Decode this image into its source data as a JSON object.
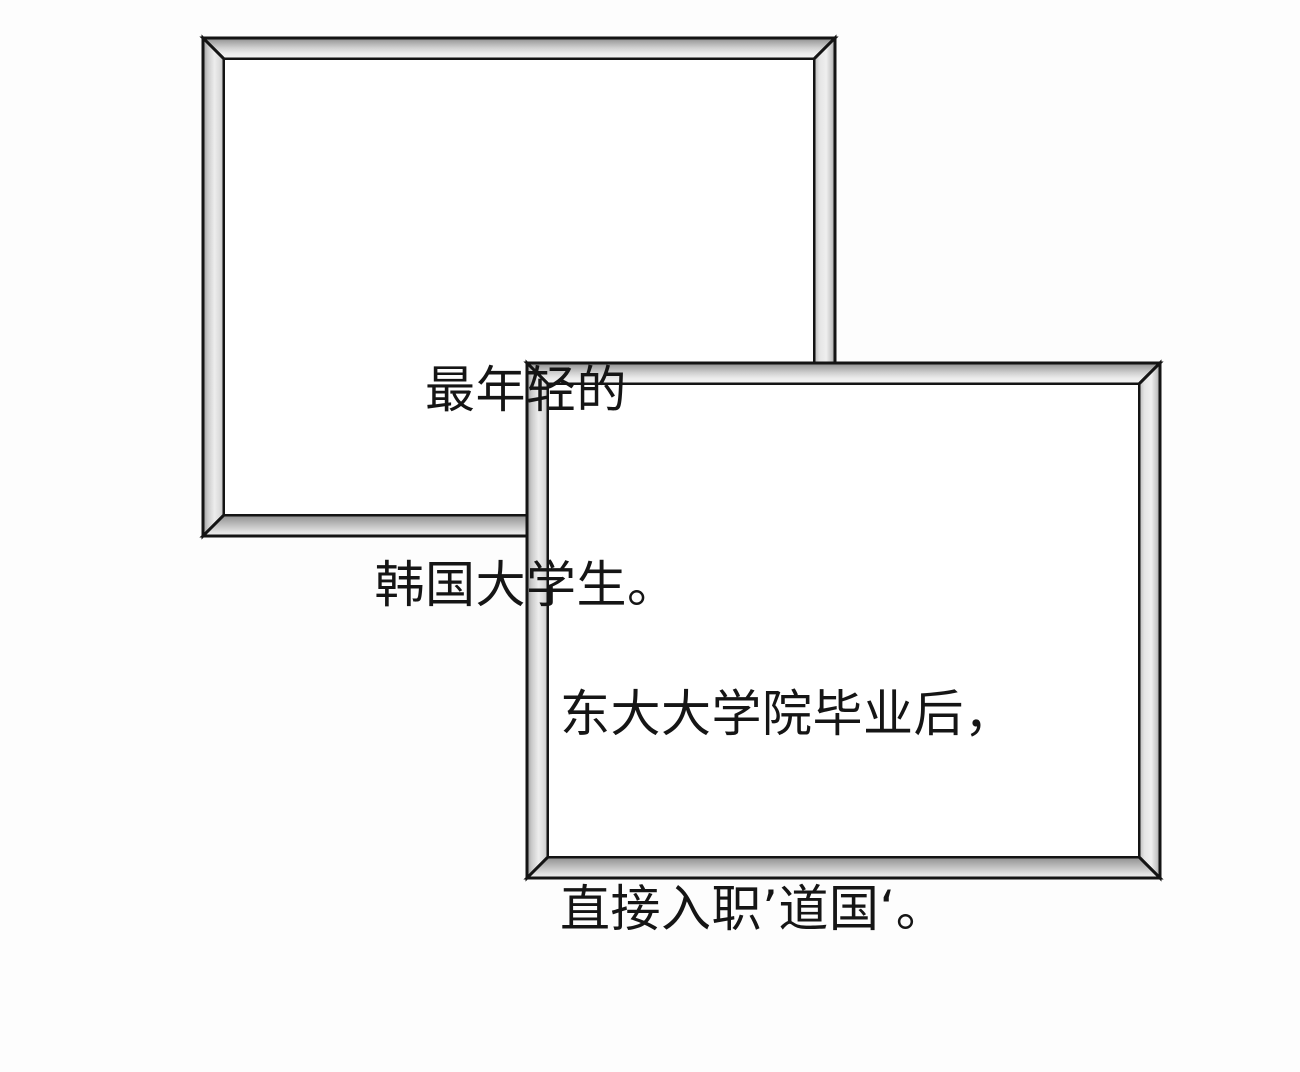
{
  "scene": {
    "type": "comic-panel-page",
    "background_color": "#fdfdfd",
    "frame": {
      "style": "metallic-beveled",
      "outline_color": "#111111",
      "highlight_color": "#f2f2f2",
      "midtone_color": "#b9b9b9",
      "shadow_color": "#7d7d7d"
    }
  },
  "panels": [
    {
      "id": "panel-1",
      "name": "upper-left-panel",
      "text_lines": [
        "最年轻的",
        "韩国大学生。"
      ],
      "full_text": "最年轻的韩国大学生。"
    },
    {
      "id": "panel-2",
      "name": "lower-right-panel",
      "text_lines": [
        "东大大学院毕业后，",
        "直接入职’道国‘。"
      ],
      "full_text": "东大大学院毕业后，直接入职’道国‘。"
    }
  ]
}
